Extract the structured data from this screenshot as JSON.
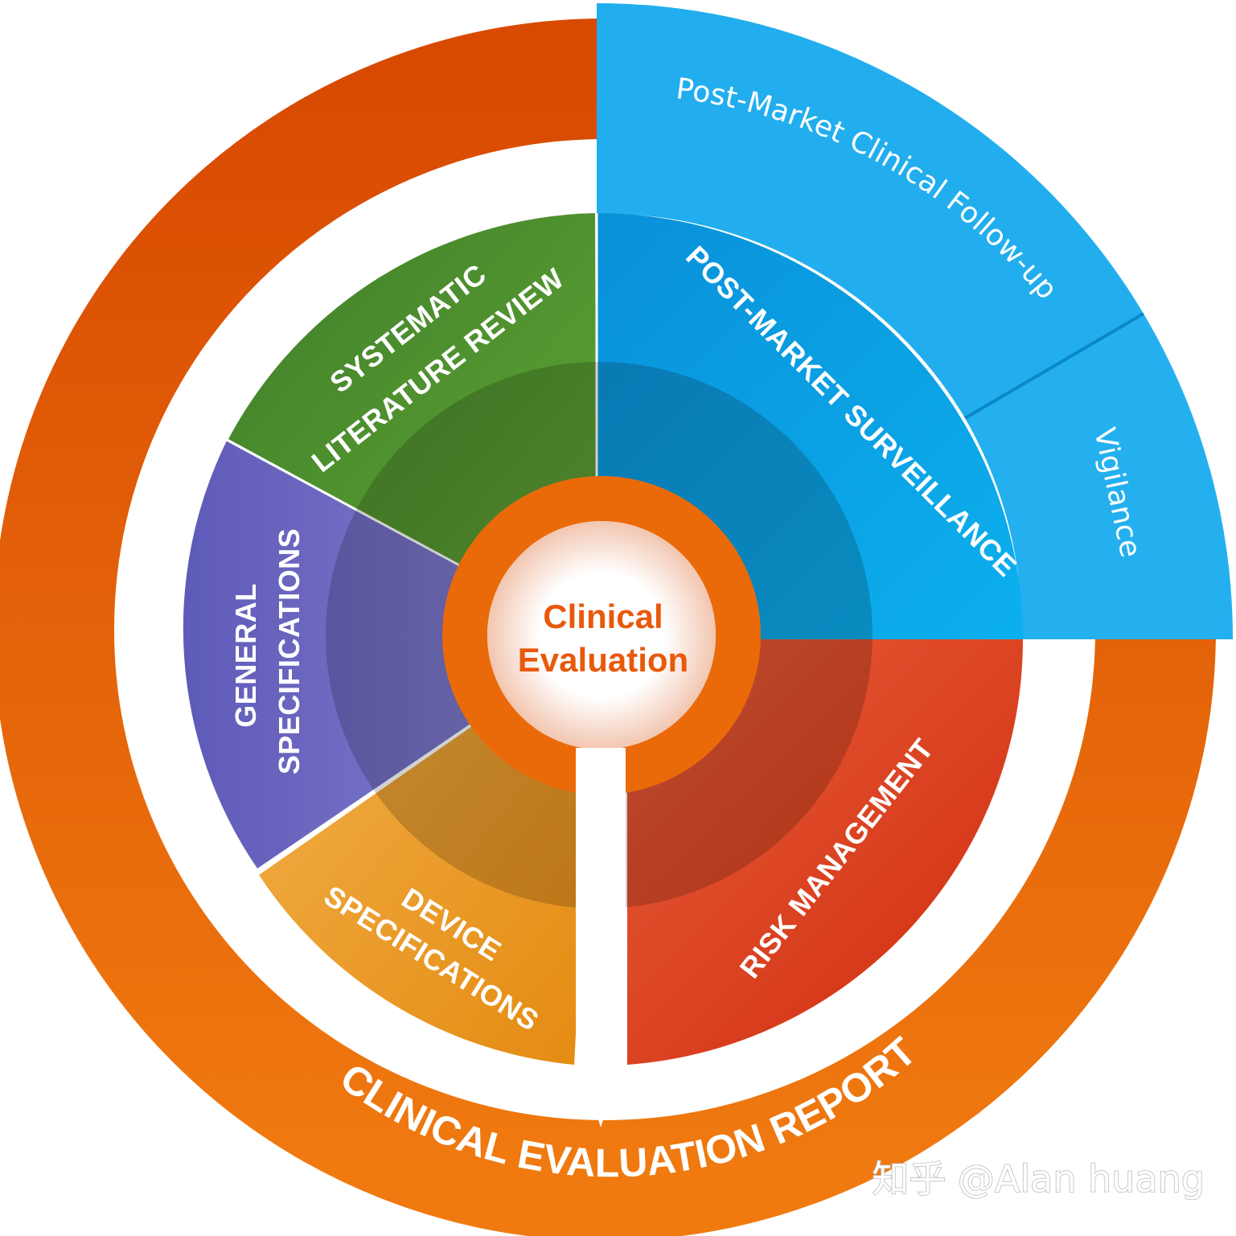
{
  "center": {
    "line1": "Clinical",
    "line2": "Evaluation"
  },
  "report_ring": {
    "label": "CLINICAL EVALUATION REPORT"
  },
  "segments": {
    "systematic_review": {
      "line1": "SYSTEMATIC",
      "line2": "LITERATURE REVIEW"
    },
    "post_market": {
      "label": "POST-MARKET SURVEILLANCE"
    },
    "risk": {
      "label": "RISK MANAGEMENT"
    },
    "device": {
      "line1": "DEVICE",
      "line2": "SPECIFICATIONS"
    },
    "general": {
      "line1": "GENERAL",
      "line2": "SPECIFICATIONS"
    }
  },
  "post_market_outer": {
    "pmcf": "Post-Market Clinical Follow-up",
    "vigilance": "Vigilance"
  },
  "watermark": "知乎 @Alan huang",
  "colors": {
    "orange_ring": "#e8650a",
    "green": "#4a8a2a",
    "blue_inner": "#0a9ae0",
    "blue_outer": "#22aeee",
    "red": "#d8431e",
    "amber": "#ea9a1e",
    "purple": "#6e6abe",
    "center_text": "#e8590c"
  }
}
